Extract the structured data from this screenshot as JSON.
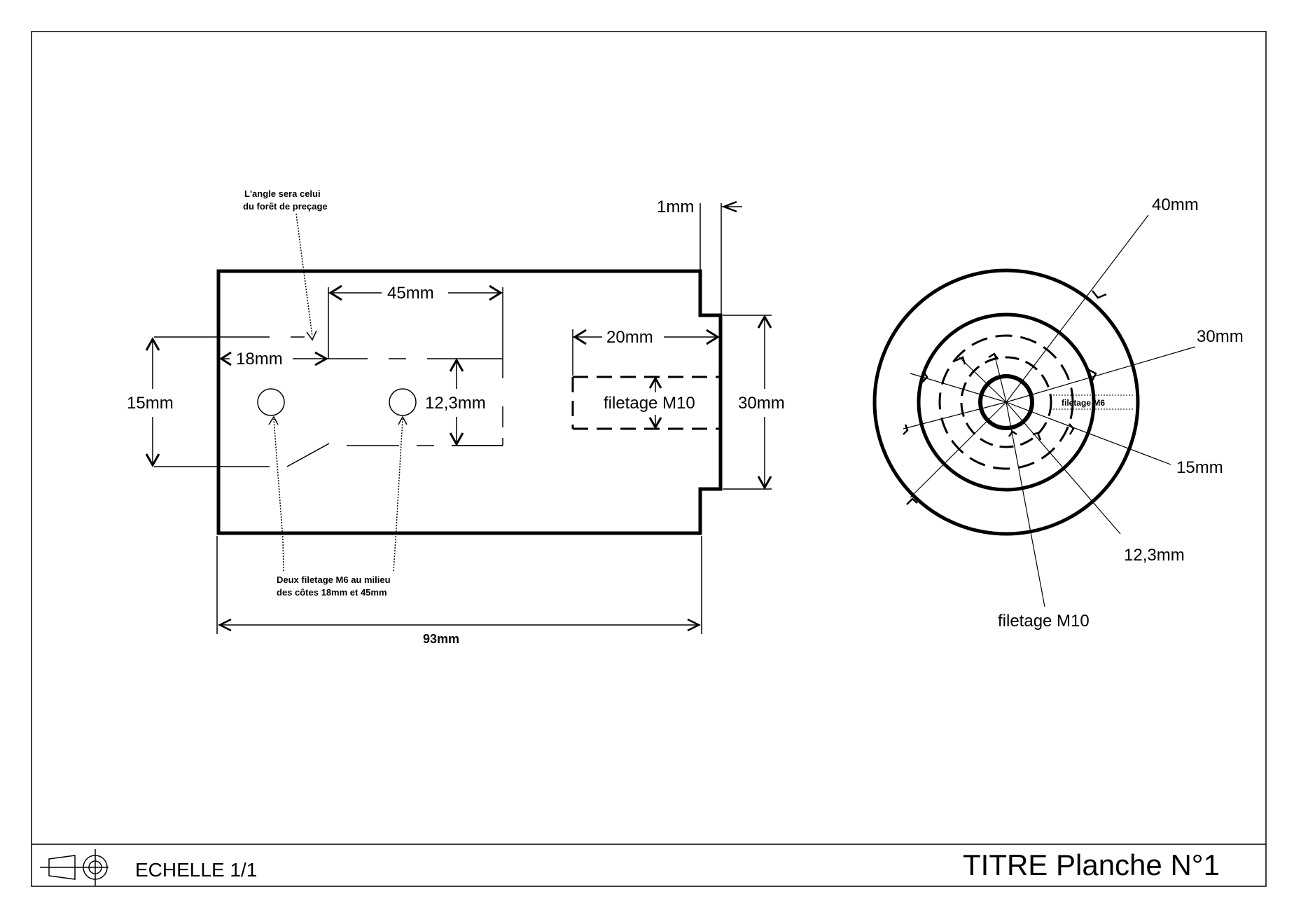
{
  "side_view": {
    "note_angle_line1": "L'angle sera celui",
    "note_angle_line2": "du forêt de preçage",
    "dim_1mm": "1mm",
    "dim_45mm": "45mm",
    "dim_20mm": "20mm",
    "dim_18mm": "18mm",
    "dim_15mm": "15mm",
    "dim_12_3mm": "12,3mm",
    "label_thread_m10": "filetage M10",
    "dim_30mm": "30mm",
    "note_holes_line1": "Deux filetage M6 au milieu",
    "note_holes_line2": "des côtes 18mm et 45mm",
    "dim_93mm": "93mm"
  },
  "end_view": {
    "dim_40mm": "40mm",
    "dim_30mm": "30mm",
    "label_thread_m6": "filetage M6",
    "dim_15mm": "15mm",
    "dim_12_3mm": "12,3mm",
    "label_thread_m10": "filetage M10"
  },
  "title_block": {
    "scale": "ECHELLE 1/1",
    "title": "TITRE Planche N°1"
  }
}
